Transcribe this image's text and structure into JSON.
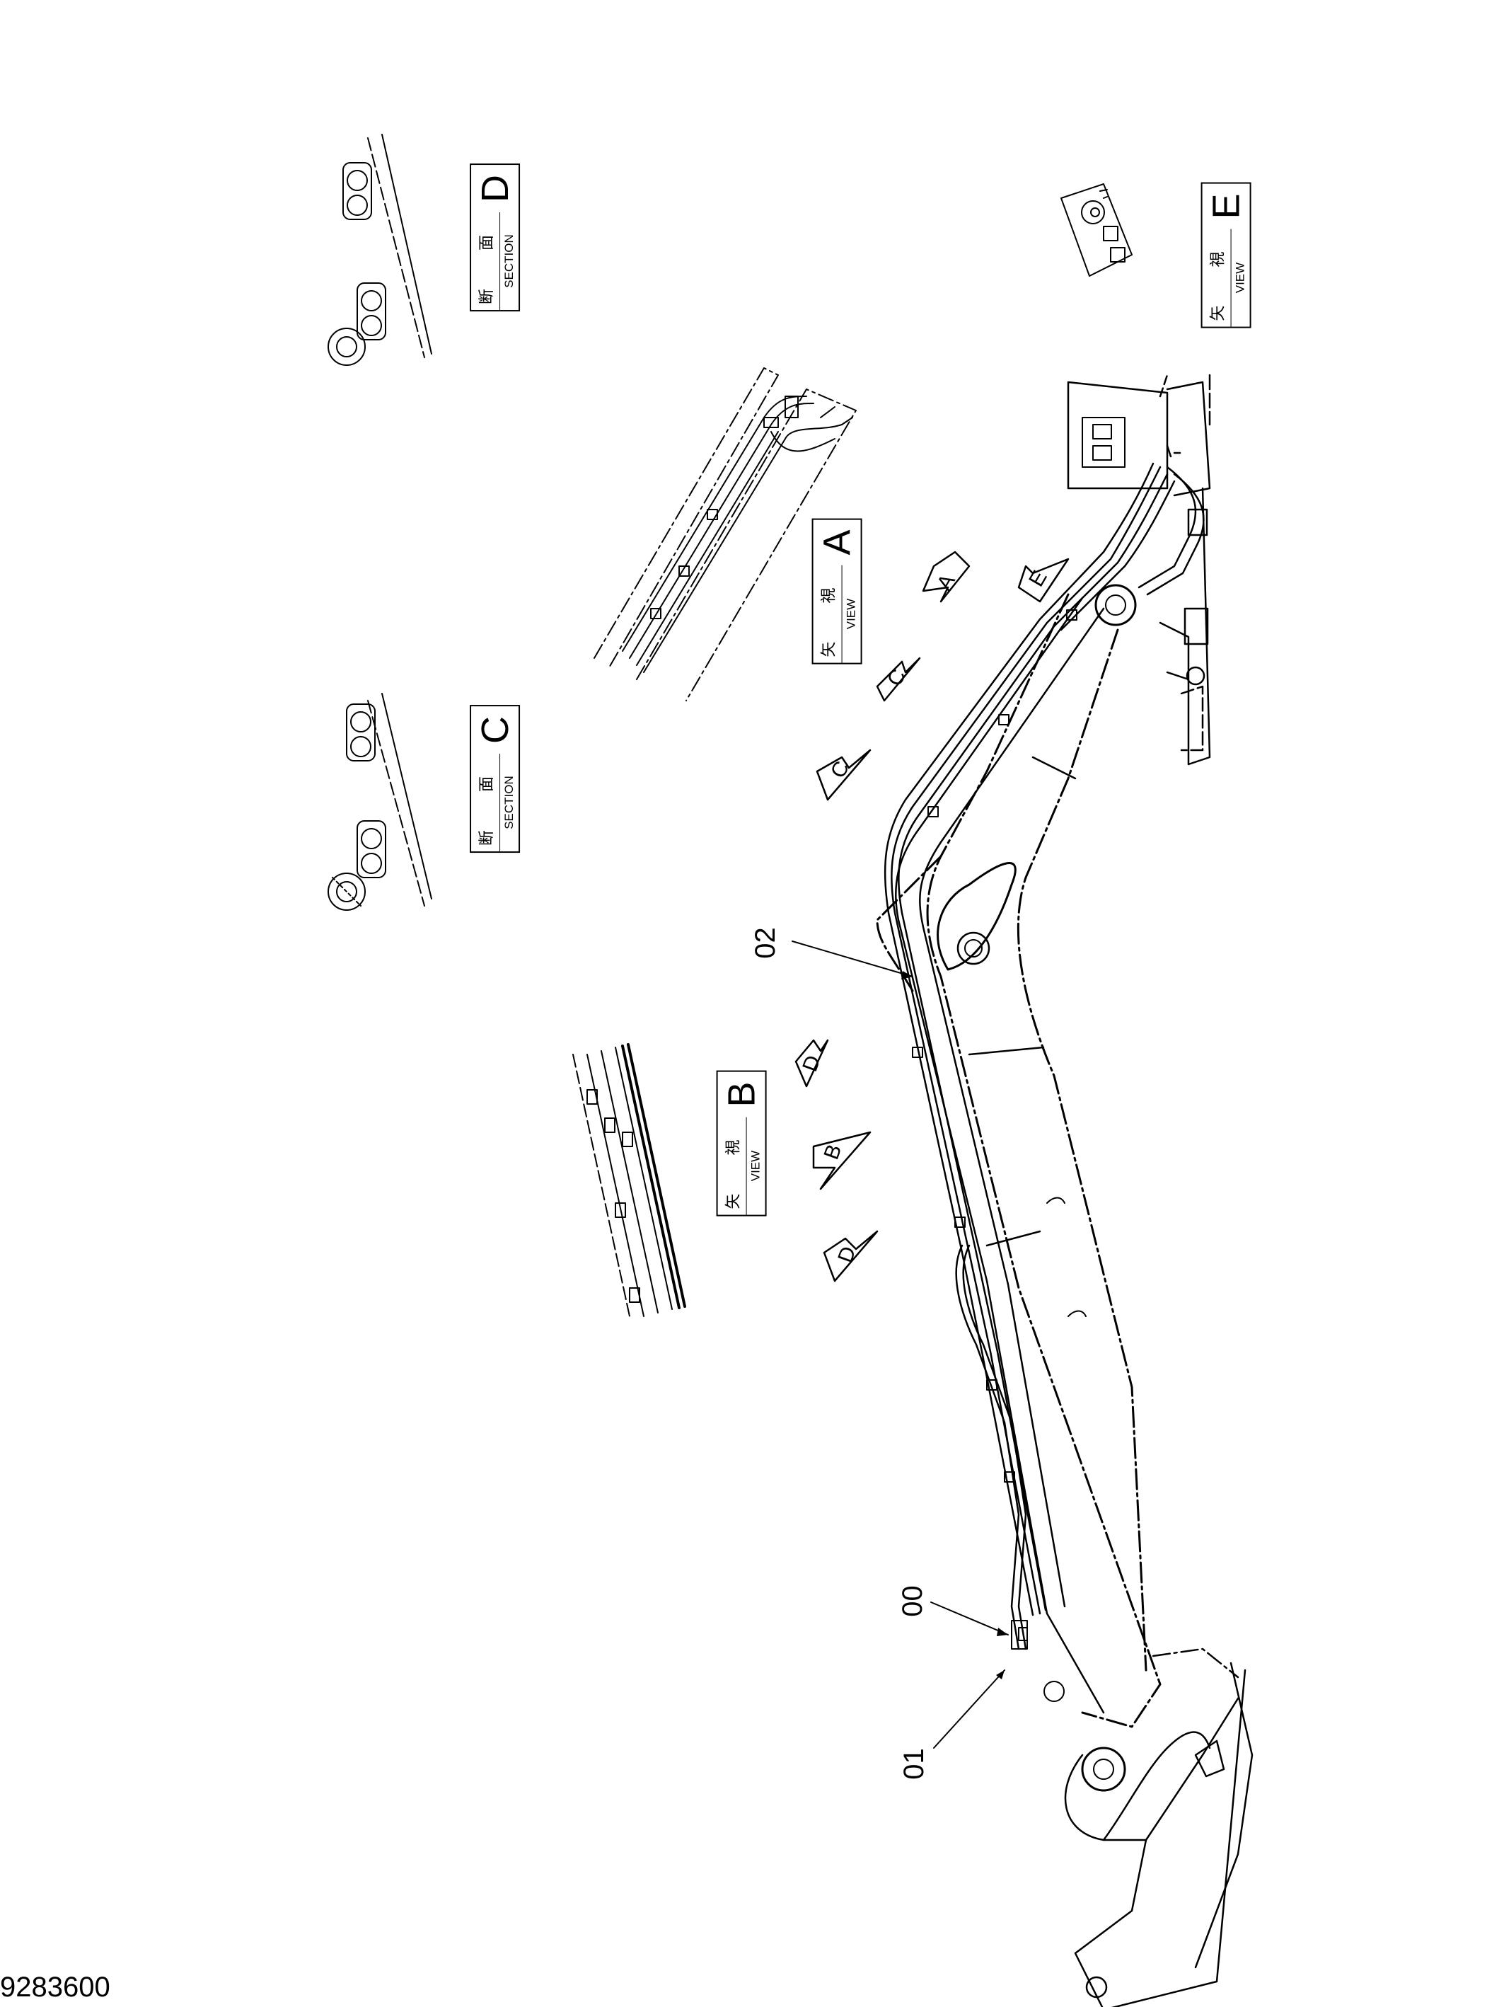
{
  "document_number": "9283600",
  "part_labels": {
    "p00": "00",
    "p01": "01",
    "p02": "02"
  },
  "views": {
    "A": {
      "jp": "矢 視",
      "en": "VIEW",
      "letter": "A"
    },
    "B": {
      "jp": "矢 視",
      "en": "VIEW",
      "letter": "B"
    },
    "E": {
      "jp": "矢 視",
      "en": "VIEW",
      "letter": "E"
    },
    "C": {
      "jp": "断 面",
      "en": "SECTION",
      "letter": "C"
    },
    "D": {
      "jp": "断 面",
      "en": "SECTION",
      "letter": "D"
    }
  },
  "arrow_markers": {
    "a1": "A",
    "e1": "E",
    "c1": "C",
    "c2": "C",
    "d1": "D",
    "b1": "B",
    "d2": "D"
  }
}
